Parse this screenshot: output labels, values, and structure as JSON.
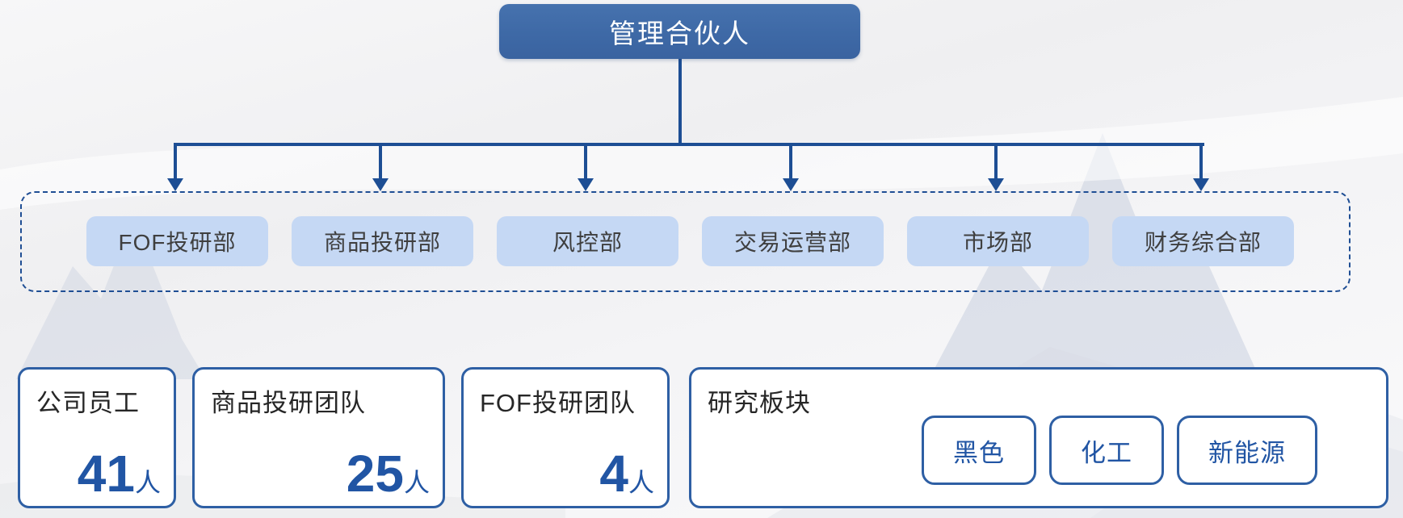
{
  "org_chart": {
    "root": {
      "label": "管理合伙人"
    },
    "departments": [
      {
        "label": "FOF投研部"
      },
      {
        "label": "商品投研部"
      },
      {
        "label": "风控部"
      },
      {
        "label": "交易运营部"
      },
      {
        "label": "市场部"
      },
      {
        "label": "财务综合部"
      }
    ]
  },
  "stats": [
    {
      "label": "公司员工",
      "value": "41",
      "unit": "人"
    },
    {
      "label": "商品投研团队",
      "value": "25",
      "unit": "人"
    },
    {
      "label": "FOF投研团队",
      "value": "4",
      "unit": "人"
    }
  ],
  "research": {
    "label": "研究板块",
    "sectors": [
      {
        "label": "黑色"
      },
      {
        "label": "化工"
      },
      {
        "label": "新能源"
      }
    ]
  },
  "colors": {
    "connector_blue": "#1d4e94",
    "root_fill": "#3e69a6",
    "department_fill": "#c5d8f4",
    "department_text": "#3f3f3f",
    "card_border": "#2e5fa4",
    "number_blue": "#2155a4",
    "label_text": "#262626"
  }
}
